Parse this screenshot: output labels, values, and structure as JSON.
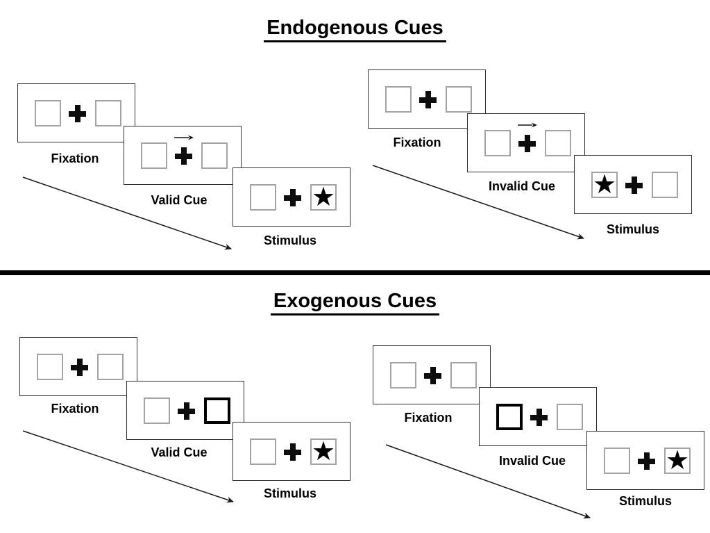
{
  "symbols": {
    "star": "★",
    "fixation_cross": "plus-icon",
    "cue_arrow": "right-arrow-icon"
  },
  "colors": {
    "background": "#ffffff",
    "ink": "#000000",
    "frame_border": "#2e2e2e",
    "placeholder_border": "#a3a3a3",
    "highlight_border": "#000000"
  },
  "sections": [
    {
      "title": "Endogenous Cues",
      "groups": [
        {
          "name": "valid-trial",
          "frames": [
            {
              "label": "Fixation",
              "content": "two placeholder boxes with central fixation cross"
            },
            {
              "label": "Valid Cue",
              "content": "central arrow pointing right above fixation cross",
              "cue": "arrow-right"
            },
            {
              "label": "Stimulus",
              "content": "star target in right box",
              "target": "right"
            }
          ]
        },
        {
          "name": "invalid-trial",
          "frames": [
            {
              "label": "Fixation",
              "content": "two placeholder boxes with central fixation cross"
            },
            {
              "label": "Invalid Cue",
              "content": "central arrow pointing right above fixation cross",
              "cue": "arrow-right"
            },
            {
              "label": "Stimulus",
              "content": "star target in left box",
              "target": "left"
            }
          ]
        }
      ]
    },
    {
      "title": "Exogenous Cues",
      "groups": [
        {
          "name": "valid-trial",
          "frames": [
            {
              "label": "Fixation",
              "content": "two placeholder boxes with central fixation cross"
            },
            {
              "label": "Valid Cue",
              "content": "right box highlighted with thick border",
              "cue": "highlight-right"
            },
            {
              "label": "Stimulus",
              "content": "star target in right box",
              "target": "right"
            }
          ]
        },
        {
          "name": "invalid-trial",
          "frames": [
            {
              "label": "Fixation",
              "content": "two placeholder boxes with central fixation cross"
            },
            {
              "label": "Invalid Cue",
              "content": "left box highlighted with thick border",
              "cue": "highlight-left"
            },
            {
              "label": "Stimulus",
              "content": "star target in right box",
              "target": "right"
            }
          ]
        }
      ]
    }
  ]
}
